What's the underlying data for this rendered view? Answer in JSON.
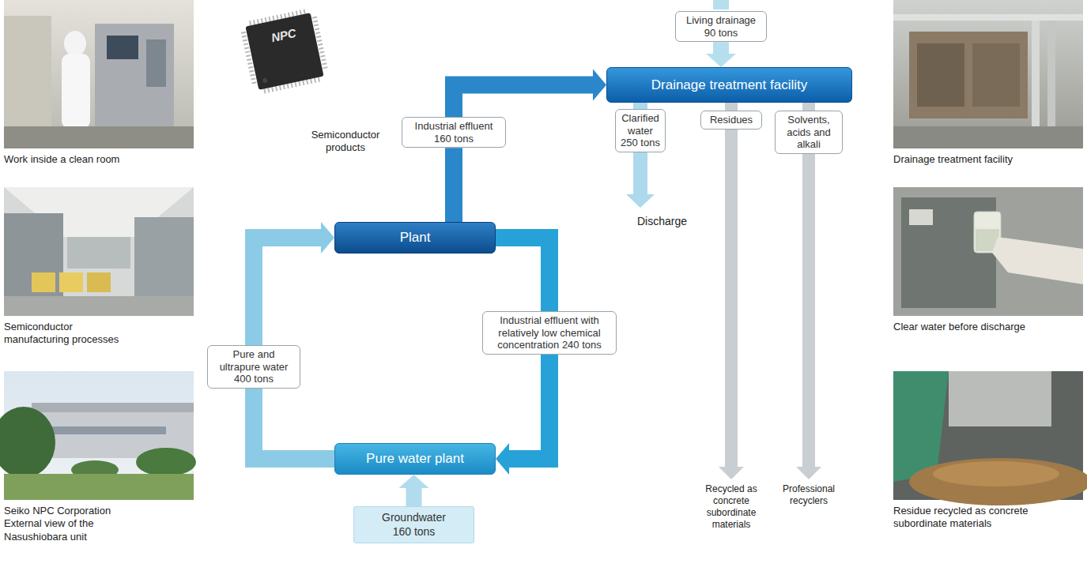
{
  "diagram": {
    "nodes": [
      {
        "text": [
          "Living drainage 90 tons"
        ]
      },
      {
        "text": [
          "Drainage treatment facility"
        ]
      },
      {
        "text": [
          "Industrial effluent 160 tons"
        ]
      },
      {
        "text": [
          "Plant"
        ]
      },
      {
        "text": [
          "Pure and ultrapure water 400 tons"
        ]
      },
      {
        "text": [
          "Industrial effluent with relatively low chemical concentration 240 tons"
        ]
      },
      {
        "text": [
          "Pure water plant"
        ]
      },
      {
        "text": [
          "Groundwater 160 tons"
        ]
      },
      {
        "text": [
          "Clarified water 250 tons"
        ]
      },
      {
        "text": [
          "Residues"
        ]
      },
      {
        "text": [
          "Solvents, acids and alkali"
        ]
      }
    ],
    "edges": [
      {
        "from": 0,
        "to": 1,
        "arrow": "to"
      },
      {
        "from": 3,
        "to": 2,
        "arrow": "none"
      },
      {
        "from": 2,
        "to": 1,
        "arrow": "to"
      },
      {
        "from": 3,
        "to": 5,
        "arrow": "none"
      },
      {
        "from": 5,
        "to": 6,
        "arrow": "to"
      },
      {
        "from": 6,
        "to": 4,
        "arrow": "none"
      },
      {
        "from": 4,
        "to": 3,
        "arrow": "to"
      },
      {
        "from": 7,
        "to": 6,
        "arrow": "to"
      },
      {
        "from": 1,
        "to": 8,
        "arrow": "none"
      },
      {
        "from": 1,
        "to": 9,
        "arrow": "none"
      },
      {
        "from": 1,
        "to": 10,
        "arrow": "none"
      }
    ],
    "labels": [
      "Work inside a clean room",
      "Semiconductor manufacturing processes",
      "Seiko NPC Corporation External view of the Nasushiobara unit",
      "Semiconductor products",
      "NPC",
      "Discharge",
      "Recycled as concrete subordinate materials",
      "Professional recyclers",
      "Drainage treatment facility",
      "Clear water before discharge",
      "Residue recycled as concrete subordinate materials"
    ]
  }
}
